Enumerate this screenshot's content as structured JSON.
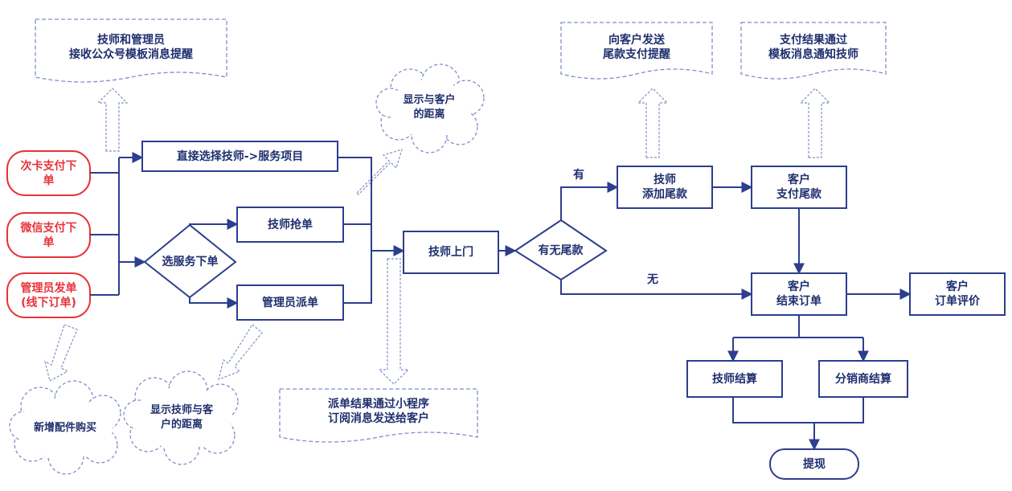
{
  "start": {
    "card_pay": "次卡支付下\n单",
    "wechat_pay": "微信支付下\n单",
    "admin_order": "管理员发单\n(线下订单)"
  },
  "process": {
    "direct_select": "直接选择技师->服务项目",
    "grab_order": "技师抢单",
    "admin_dispatch": "管理员派单",
    "select_order": "选服务下单",
    "tech_visit": "技师上门",
    "has_balance": "有无尾款",
    "tech_add_balance": "技师\n添加尾款",
    "customer_pay_balance": "客户\n支付尾款",
    "customer_end_order": "客户\n结束订单",
    "customer_review": "客户\n订单评价",
    "tech_settle": "技师结算",
    "distributor_settle": "分销商结算",
    "withdraw": "提现"
  },
  "edge_labels": {
    "yes": "有",
    "no": "无"
  },
  "notes": {
    "template_notice": "技师和管理员\n接收公众号模板消息提醒",
    "send_balance_notice": "向客户发送\n尾款支付提醒",
    "pay_result_notice": "支付结果通过\n模板消息通知技师",
    "dispatch_result_notice": "派单结果通过小程序\n订阅消息发送给客户"
  },
  "clouds": {
    "show_distance": "显示与客户\n的距离",
    "buy_parts": "新增配件购买",
    "show_tech_distance": "显示技师与客\n户的距离"
  },
  "colors": {
    "primary": "#2c3e8f",
    "start_border": "#e8323a",
    "dashed": "#7f8fc8"
  }
}
